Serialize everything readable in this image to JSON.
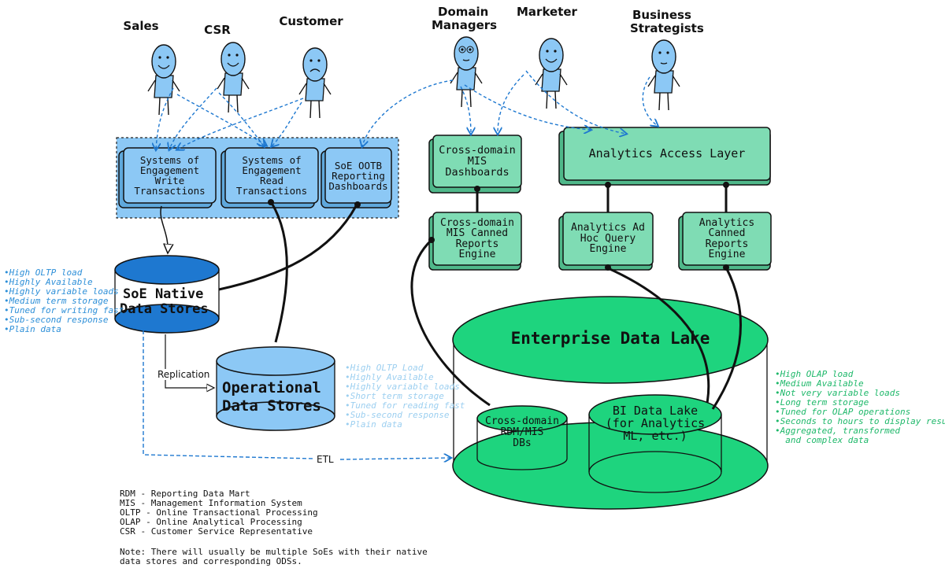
{
  "personas": {
    "sales": "Sales",
    "csr": "CSR",
    "customer": "Customer",
    "domain_managers": [
      "Domain",
      "Managers"
    ],
    "marketer": "Marketer",
    "business_strategists": [
      "Business",
      "Strategists"
    ]
  },
  "boxes": {
    "soe_write": [
      "Systems of",
      "Engagement",
      "Write",
      "Transactions"
    ],
    "soe_read": [
      "Systems of",
      "Engagement",
      "Read",
      "Transactions"
    ],
    "soe_ootb": [
      "SoE OOTB",
      "Reporting",
      "Dashboards"
    ],
    "mis_dashboards": [
      "Cross-domain",
      "MIS",
      "Dashboards"
    ],
    "analytics_access": "Analytics Access Layer",
    "mis_canned": [
      "Cross-domain",
      "MIS Canned",
      "Reports",
      "Engine"
    ],
    "adhoc": [
      "Analytics Ad",
      "Hoc Query",
      "Engine"
    ],
    "analytics_canned": [
      "Analytics",
      "Canned",
      "Reports",
      "Engine"
    ]
  },
  "stores": {
    "soe_native": [
      "SoE Native",
      "Data Stores"
    ],
    "ods": [
      "Operational",
      "Data Stores"
    ],
    "data_lake": "Enterprise Data Lake",
    "rdm": [
      "Cross-domain",
      "RDM/MIS",
      "DBs"
    ],
    "bi_lake": [
      "BI Data Lake",
      "(for Analytics",
      "ML, etc.)"
    ]
  },
  "edge_labels": {
    "replication": "Replication",
    "etl": "ETL"
  },
  "notes": {
    "soe": [
      "High OLTP load",
      "Highly Available",
      "Highly variable loads",
      "Medium term storage",
      "Tuned for writing fast",
      "Sub-second response",
      "Plain data"
    ],
    "ods": [
      "High OLTP Load",
      "Highly Available",
      "Highly variable loads",
      "Short term storage",
      "Tuned for reading fast",
      "Sub-second response",
      "Plain data"
    ],
    "lake": [
      "High OLAP load",
      "Medium Available",
      "Not very variable loads",
      "Long term storage",
      "Tuned for OLAP operations",
      "Seconds to hours to display results",
      "Aggregated, transformed",
      "and complex data"
    ]
  },
  "legend": {
    "items": [
      "RDM - Reporting Data Mart",
      "MIS - Management Information System",
      "OLTP - Online Transactional Processing",
      "OLAP - Online Analytical Processing",
      "CSR - Customer Service Representative"
    ],
    "note": [
      "Note: There will usually be multiple SoEs with their native",
      "data stores and corresponding ODSs."
    ]
  },
  "colors": {
    "soe_blue": "#8cc8f5",
    "dark_blue": "#1e78d0",
    "green": "#7fdcb4",
    "lake_green": "#1ed47e",
    "note_blue": "#2d8fd8",
    "note_light_blue": "#9ccff0",
    "note_green": "#1eb86a"
  }
}
